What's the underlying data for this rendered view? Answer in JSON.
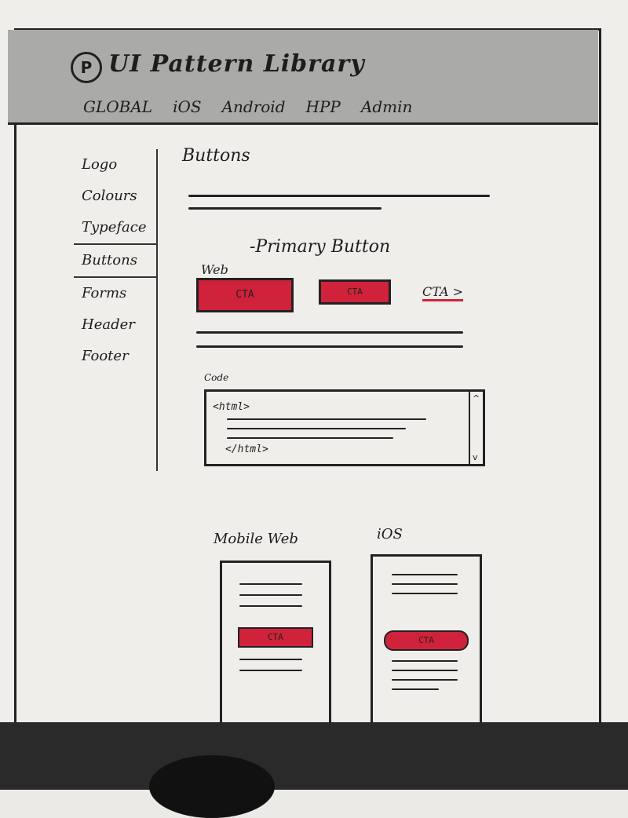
{
  "header": {
    "logo_letter": "P",
    "title": "UI Pattern Library",
    "nav": [
      "GLOBAL",
      "iOS",
      "Android",
      "HPP",
      "Admin"
    ]
  },
  "sidebar": {
    "items": [
      "Logo",
      "Colours",
      "Typeface",
      "Buttons",
      "Forms",
      "Header",
      "Footer"
    ],
    "active": "Buttons"
  },
  "main": {
    "section_title": "Buttons",
    "subsection_title": "-Primary Button",
    "web_label": "Web",
    "cta_large": "CTA",
    "cta_small": "CTA",
    "cta_link": "CTA >",
    "code_label": "Code",
    "code_open": "<html>",
    "code_close": "</html>",
    "scroll_up": "^",
    "scroll_down": "v"
  },
  "devices": {
    "mobile_web_label": "Mobile Web",
    "ios_label": "iOS",
    "mobile_web_cta": "CTA",
    "ios_cta": "CTA"
  },
  "colors": {
    "accent": "#d0223a",
    "header_bg": "#aaaaa8",
    "ink": "#222222"
  }
}
